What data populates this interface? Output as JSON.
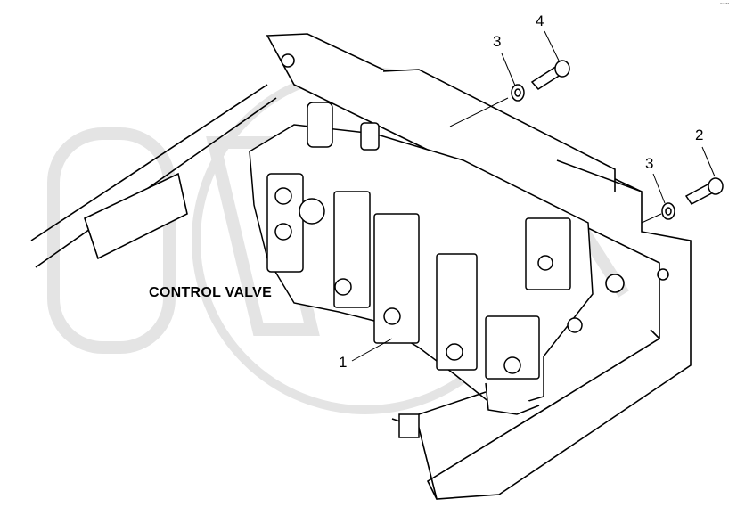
{
  "diagram": {
    "caption": "CONTROL VALVE",
    "corner_mark": "ᵃ⁻ᵃᵃᵃ",
    "callouts": [
      {
        "id": "callout-1",
        "label": "1"
      },
      {
        "id": "callout-2",
        "label": "2"
      },
      {
        "id": "callout-3-upper",
        "label": "3"
      },
      {
        "id": "callout-3-right",
        "label": "3"
      },
      {
        "id": "callout-4",
        "label": "4"
      }
    ],
    "watermark": {
      "text": "ONLY",
      "color": "#e6e6e6"
    },
    "colors": {
      "line": "#000000",
      "background": "#ffffff"
    }
  }
}
